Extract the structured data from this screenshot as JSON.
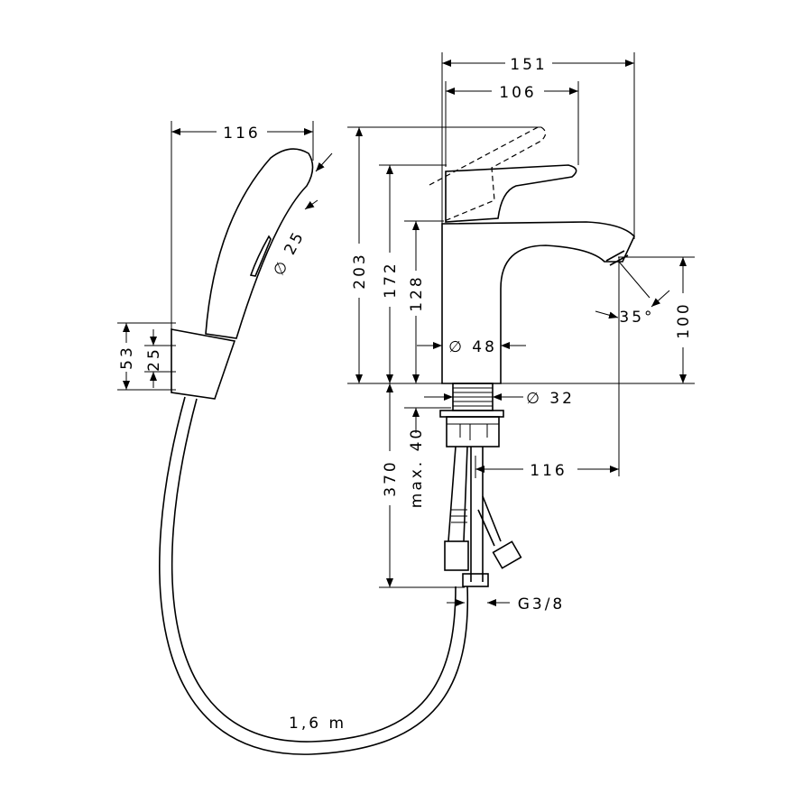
{
  "drawing": {
    "dims": {
      "width_total": "151",
      "handle_reach": "106",
      "shower_width": "116",
      "height_lever_up": "203",
      "height_total": "172",
      "spout_height": "128",
      "shower_diameter": "∅ 25",
      "body_diameter": "∅ 48",
      "shank_diameter": "∅ 32",
      "spray_angle": "35°",
      "spout_clearance": "100",
      "holder_height": "53",
      "holder_inner": "25",
      "hose_length_supply": "370",
      "max_thickness": "max. 40",
      "spout_offset": "116",
      "connection": "G3/8",
      "hose_length": "1,6 m"
    },
    "colors": {
      "line": "#000000",
      "background": "#ffffff"
    }
  }
}
